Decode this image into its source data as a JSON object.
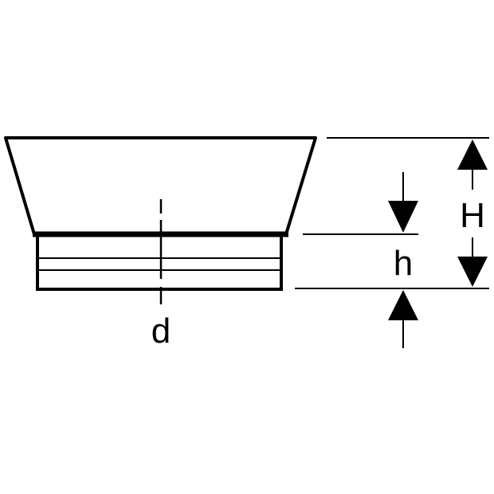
{
  "diagram": {
    "labels": {
      "diameter": "d",
      "height_total": "H",
      "height_spigot": "h"
    },
    "colors": {
      "stroke": "#000000",
      "background": "#ffffff"
    }
  }
}
